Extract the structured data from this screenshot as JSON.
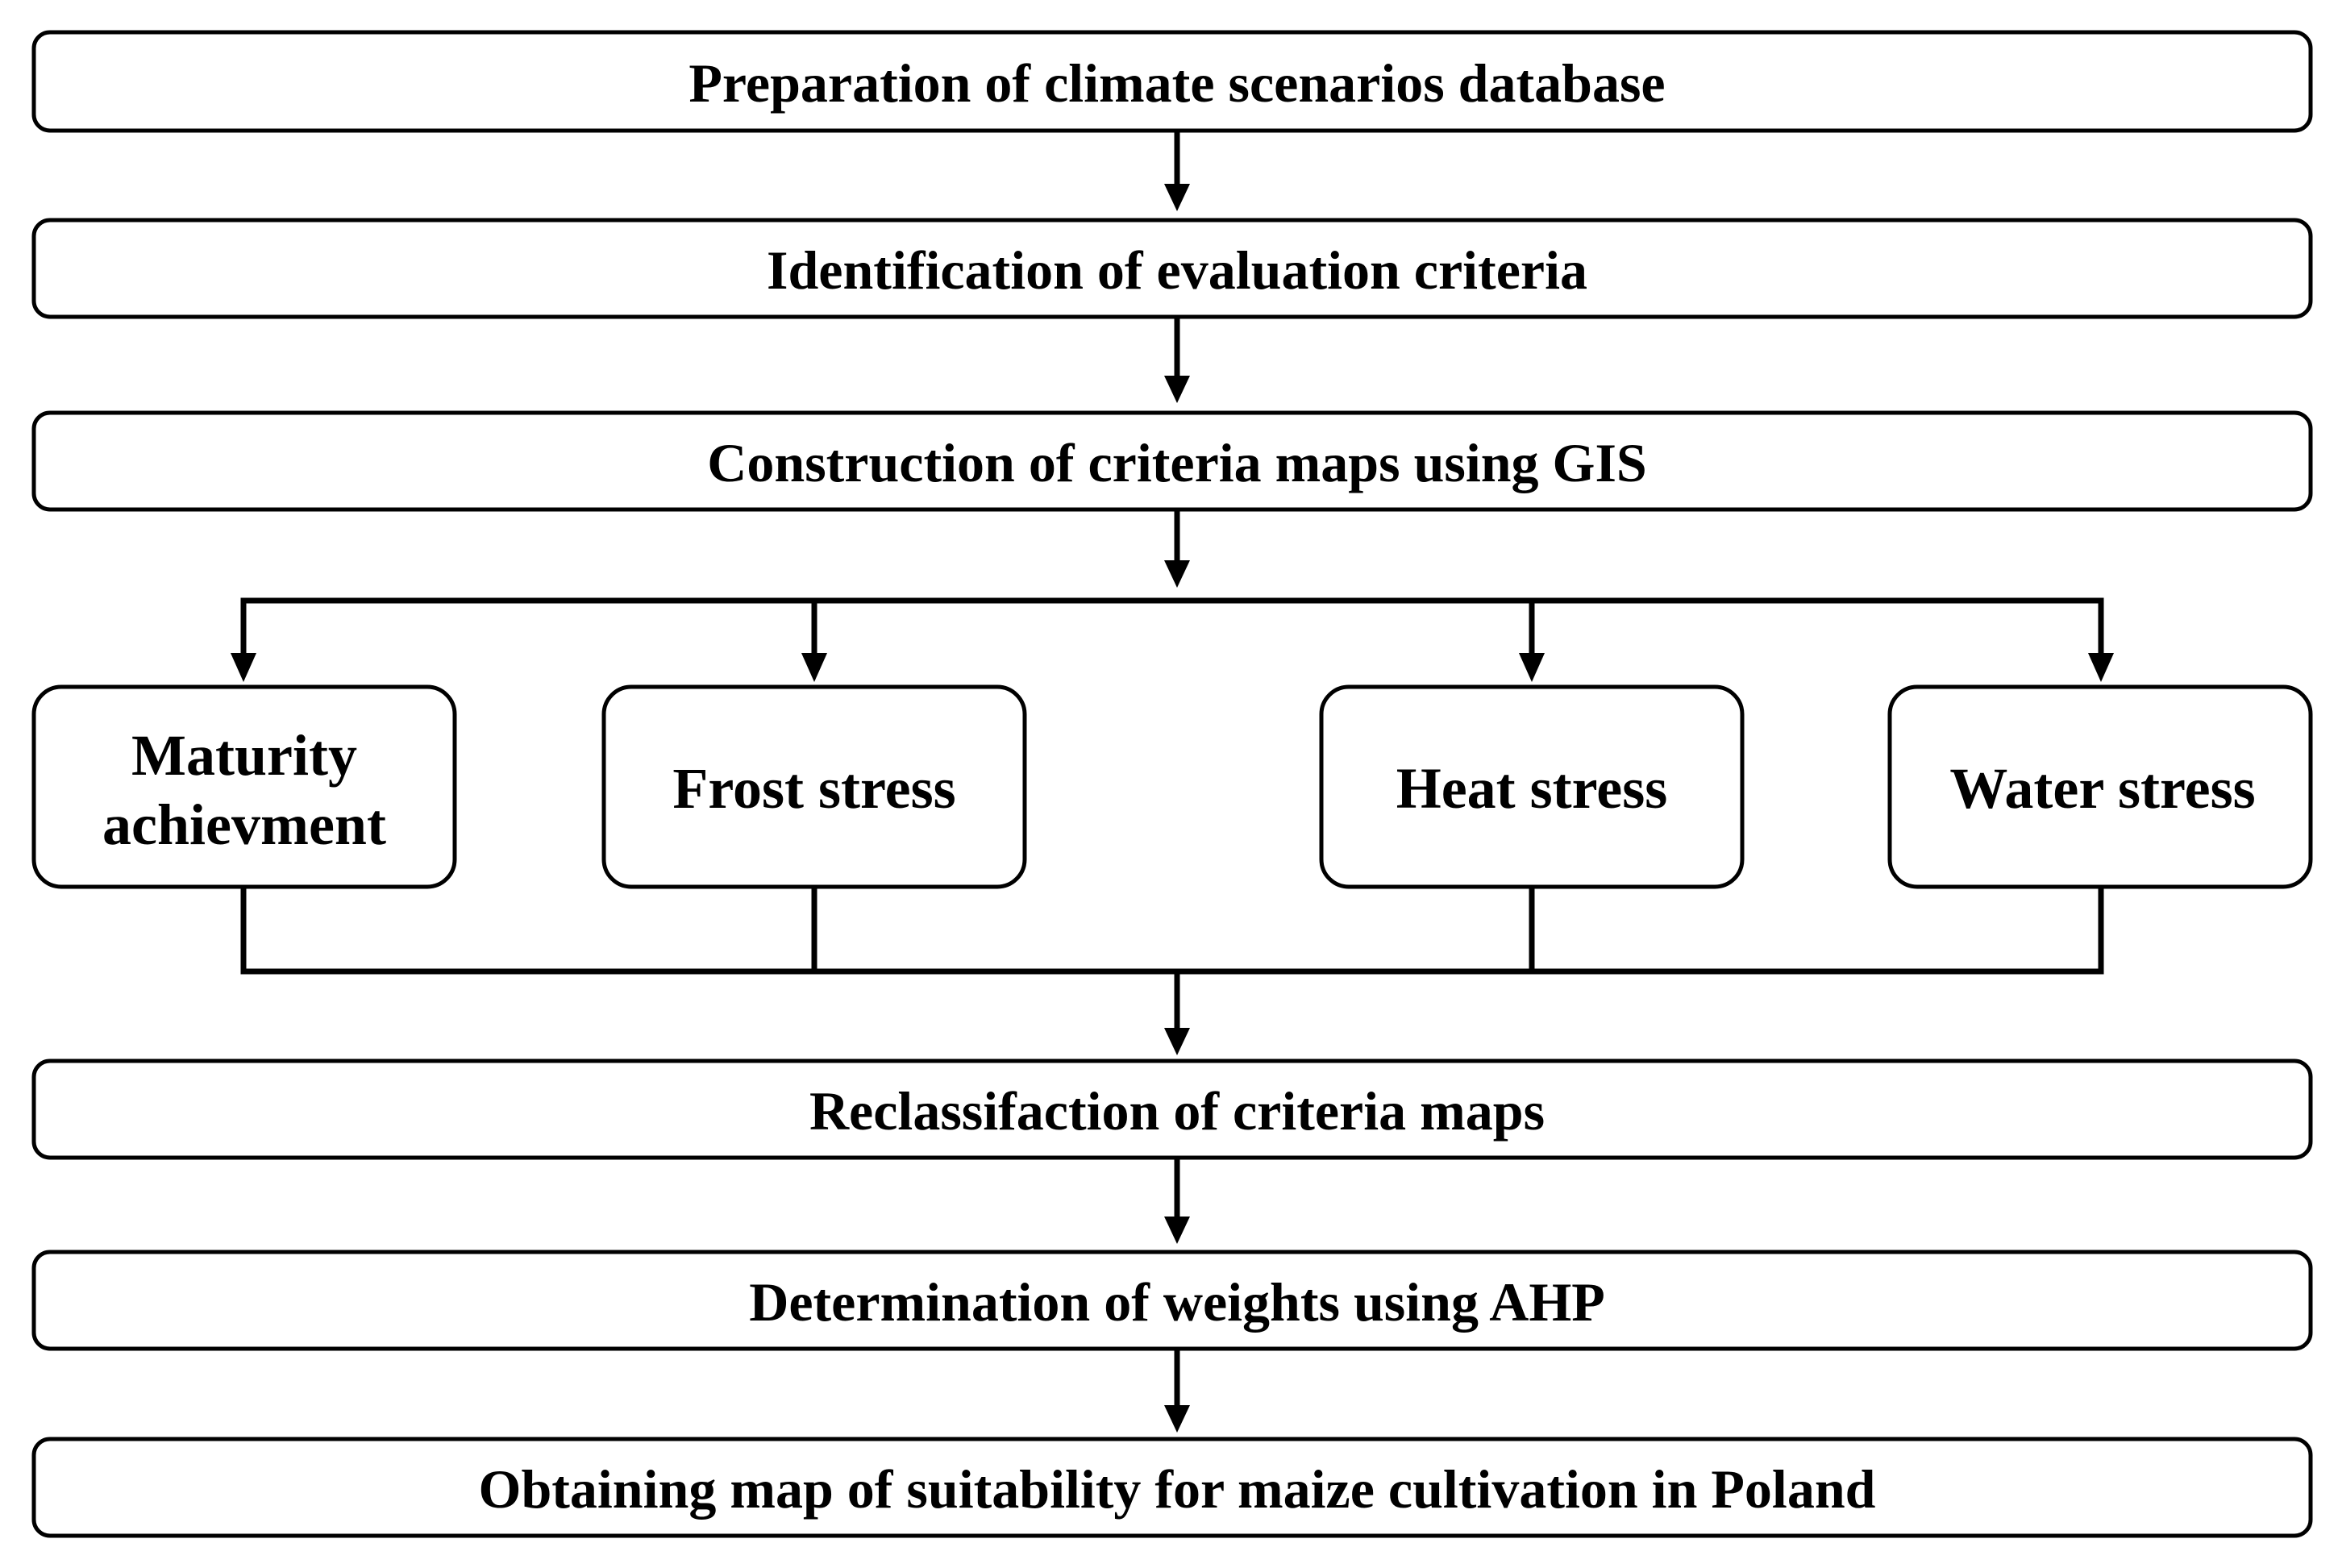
{
  "steps": {
    "s1": "Preparation of climate scenarios database",
    "s2": "Identification of evaluation criteria",
    "s3": "Construction of criteria maps using GIS",
    "s4": "Reclassifaction of criteria maps",
    "s5": "Determination of weights using AHP",
    "s6": "Obtaining map of suitability for maize cultivation in Poland"
  },
  "criteria": {
    "maturity_line1": "Maturity",
    "maturity_line2": "achievment",
    "frost": "Frost stress",
    "heat": "Heat stress",
    "water": "Water stress"
  }
}
